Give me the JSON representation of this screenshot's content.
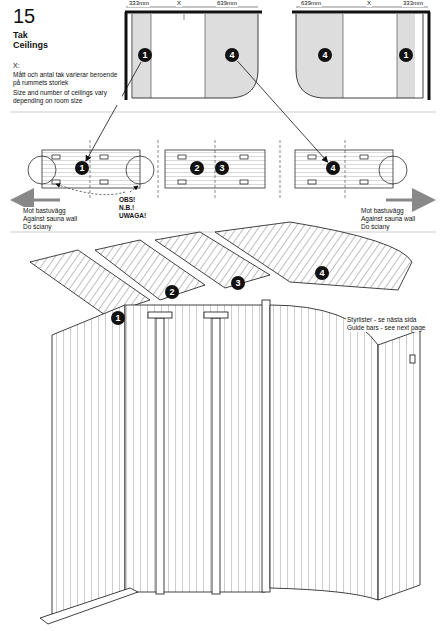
{
  "diagram": {
    "nodes": [
      {
        "text": [
          "1"
        ]
      },
      {
        "text": [
          "4"
        ]
      },
      {
        "text": [
          "4"
        ]
      },
      {
        "text": [
          "1"
        ]
      },
      {
        "text": [
          "1"
        ]
      },
      {
        "text": [
          "2"
        ]
      },
      {
        "text": [
          "3"
        ]
      },
      {
        "text": [
          "4"
        ]
      },
      {
        "text": [
          "1"
        ]
      },
      {
        "text": [
          "2"
        ]
      },
      {
        "text": [
          "3"
        ]
      },
      {
        "text": [
          "4"
        ]
      }
    ],
    "edges": [
      {
        "from": 0,
        "to": 4,
        "arrow": "to"
      },
      {
        "from": 1,
        "to": 7,
        "arrow": "to"
      }
    ],
    "labels": [
      "15",
      "Tak",
      "Ceilings",
      "333mm",
      "X",
      "639mm",
      "639mm",
      "X",
      "333mm",
      "X:",
      "Mått och antal tak varierar beroende på rummets storlek",
      "Size and number of ceilings vary depending on room size",
      "Mot bastuvägg",
      "Against sauna wall",
      "Do ściany",
      "OBS!",
      "N.B.!",
      "UWAGA!",
      "Mot bastuvägg",
      "Against sauna wall",
      "Do ściany",
      "Styrlister - se nästa sida",
      "Guide bars - see next page"
    ]
  }
}
